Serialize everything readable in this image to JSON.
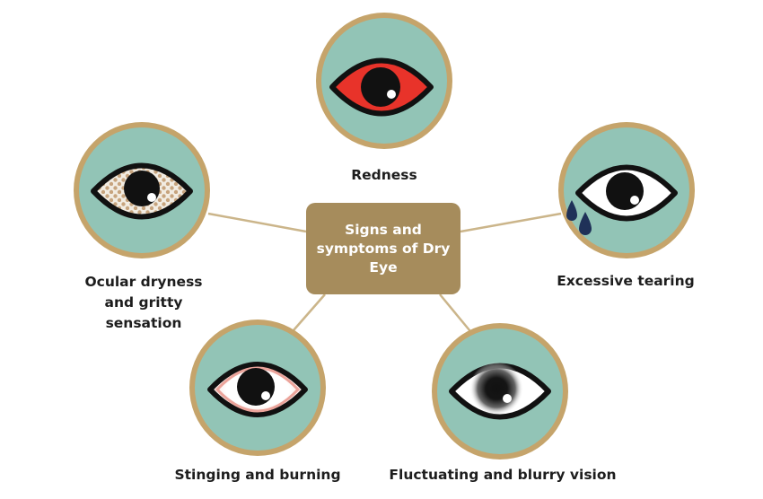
{
  "diagram": {
    "center_title": "Signs and symptoms of Dry Eye",
    "symptoms": [
      {
        "label": "Redness",
        "icon": "red-eye-icon"
      },
      {
        "label": "Excessive tearing",
        "icon": "tearing-eye-icon"
      },
      {
        "label": "Fluctuating and blurry vision",
        "icon": "blurry-eye-icon"
      },
      {
        "label": "Stinging and burning",
        "icon": "burning-eye-icon"
      },
      {
        "label": "Ocular dryness and gritty sensation",
        "icon": "gritty-eye-icon"
      }
    ]
  },
  "colors": {
    "circle_fill": "#92c4b6",
    "circle_ring": "#c5a46b",
    "center_box": "#a68c5c",
    "connector": "#cbb58a",
    "redness": "#e8332a",
    "tear": "#1f3158",
    "burn_rim": "#eba39a"
  }
}
